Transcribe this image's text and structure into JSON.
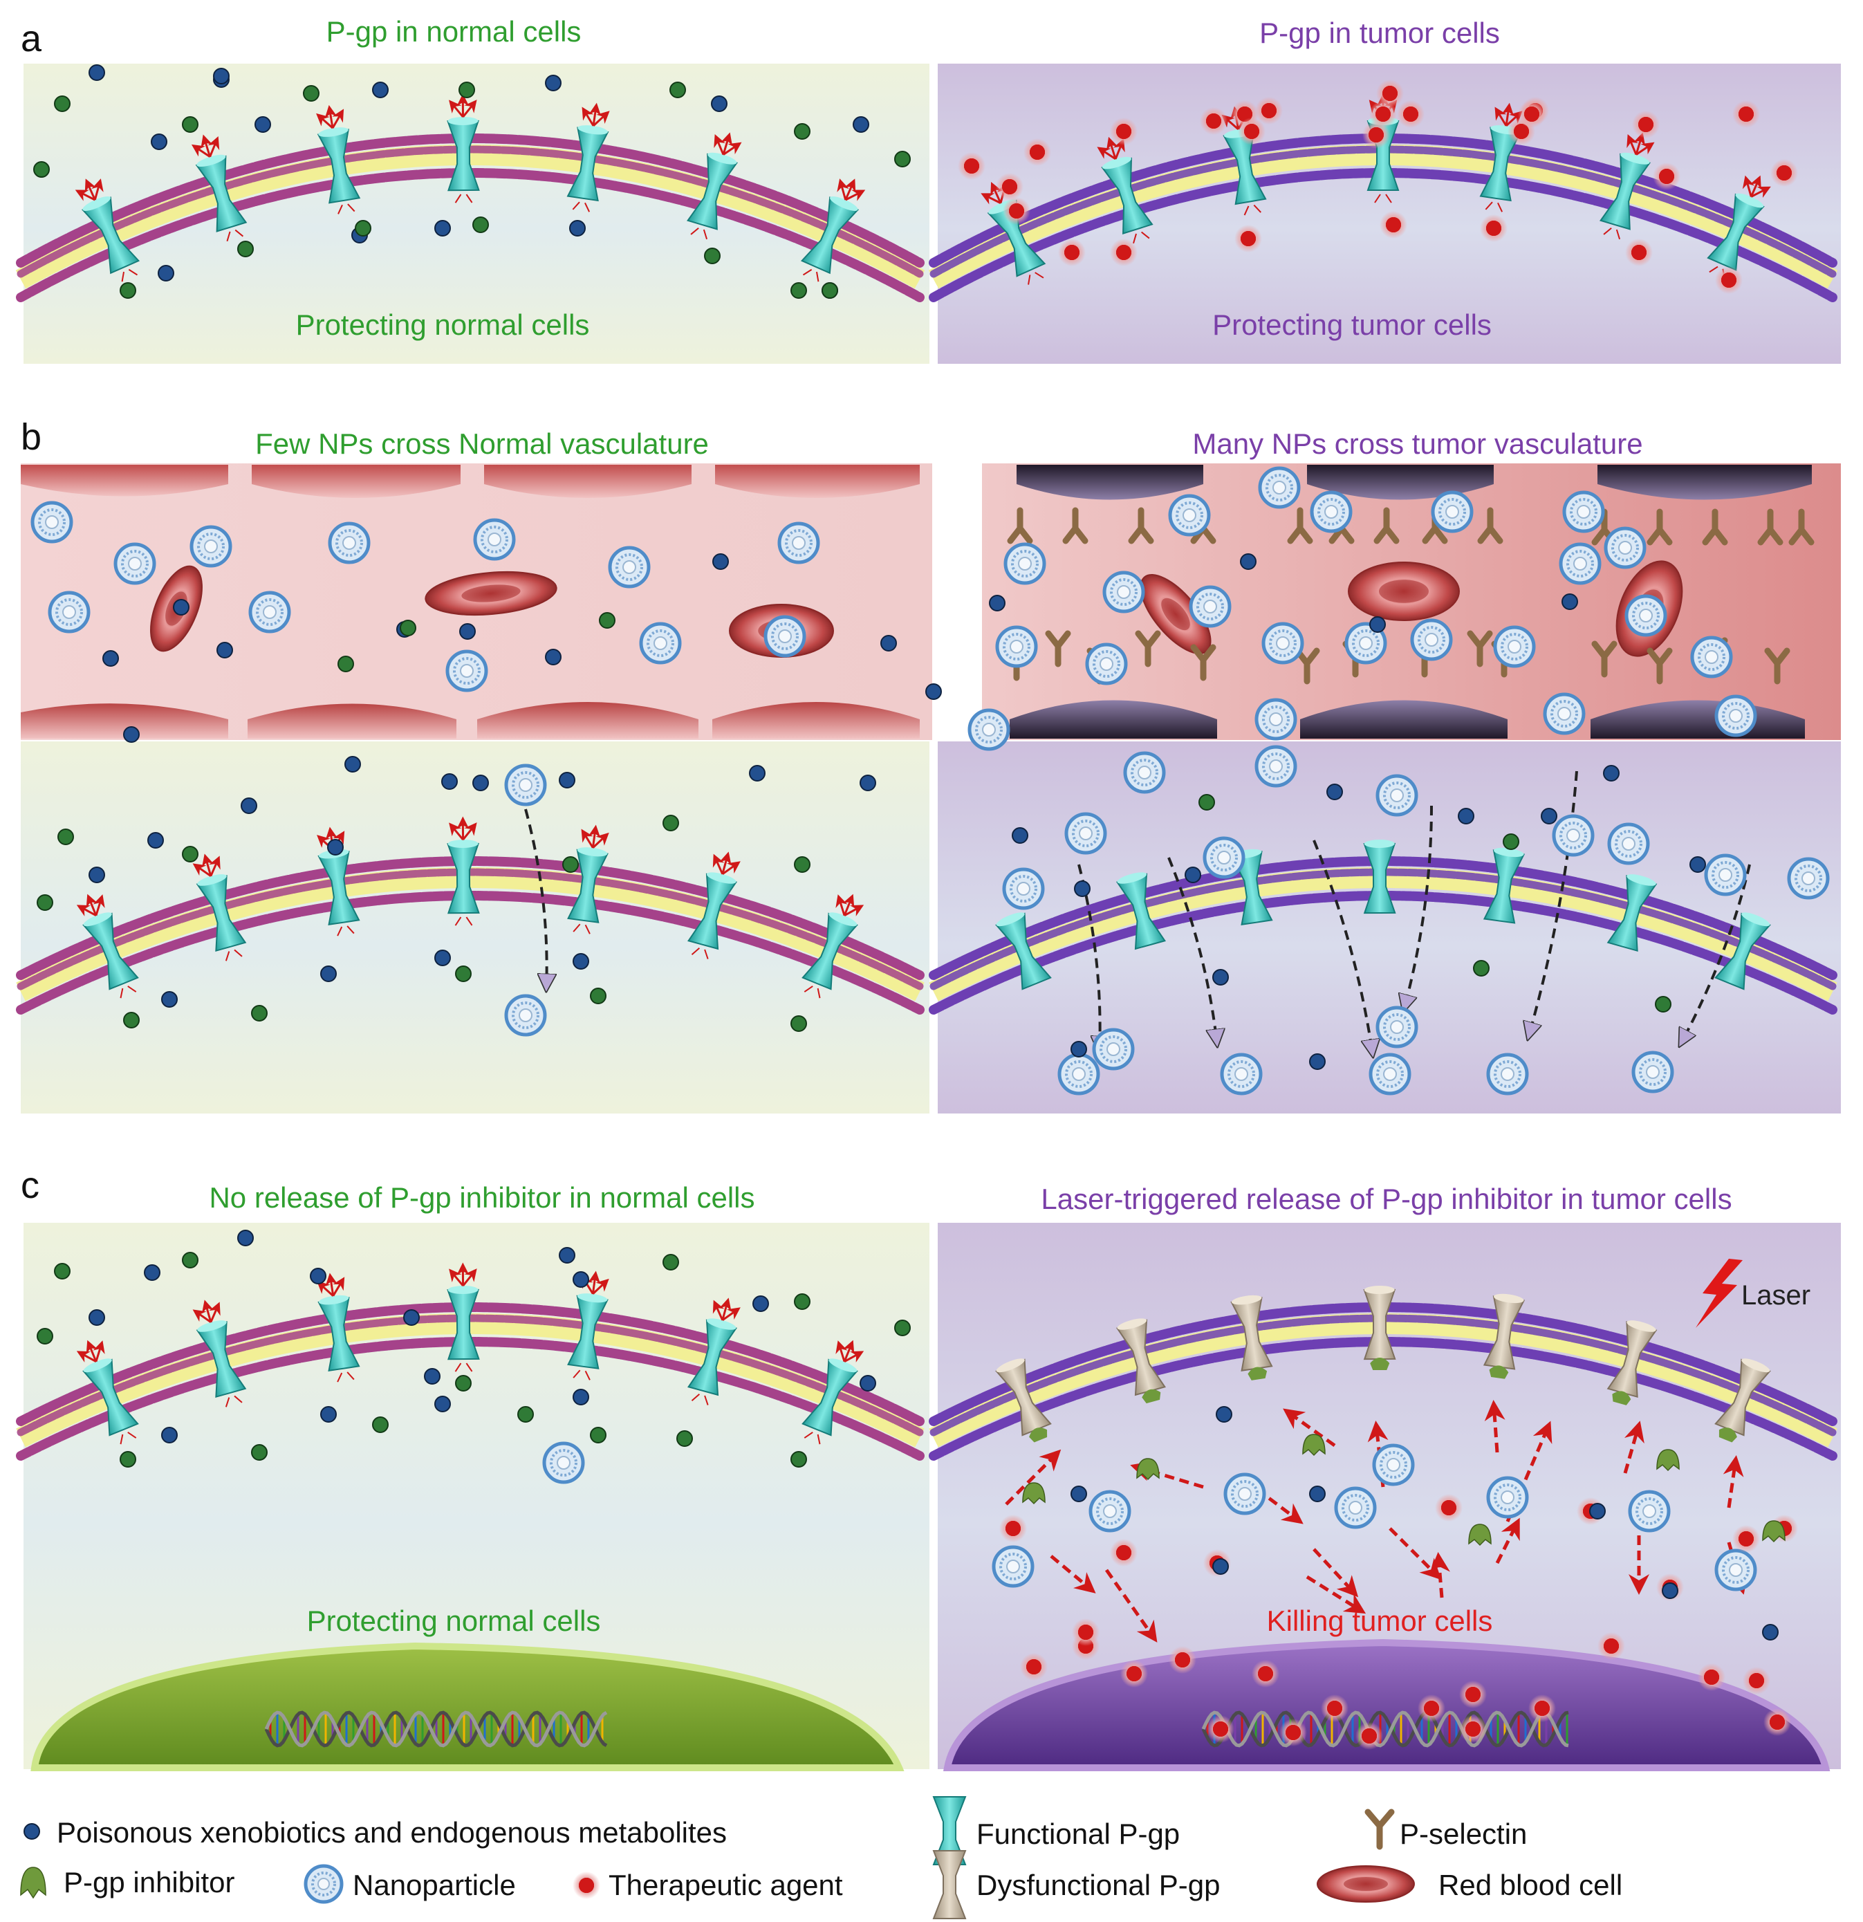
{
  "panels": {
    "a": {
      "letter": "a",
      "left_title": "P-gp in normal cells",
      "right_title": "P-gp in tumor cells",
      "left_caption": "Protecting normal cells",
      "right_caption": "Protecting tumor cells"
    },
    "b": {
      "letter": "b",
      "left_title": "Few NPs cross Normal vasculature",
      "right_title": "Many NPs cross tumor vasculature"
    },
    "c": {
      "letter": "c",
      "left_title": "No release of P-gp inhibitor in normal cells",
      "right_title": "Laser-triggered release of P-gp inhibitor in tumor cells",
      "left_caption": "Protecting normal cells",
      "right_caption": "Killing tumor cells",
      "laser_label": "Laser"
    }
  },
  "legend": {
    "xenobiotics": "Poisonous xenobiotics and endogenous metabolites",
    "functional_pgp": "Functional P-gp",
    "p_selectin": "P-selectin",
    "pgp_inhibitor": "P-gp inhibitor",
    "nanoparticle": "Nanoparticle",
    "therapeutic": "Therapeutic agent",
    "dysfunctional_pgp": "Dysfunctional P-gp",
    "rbc": "Red blood cell"
  },
  "colors": {
    "normal_text": "#2f9e2f",
    "tumor_text": "#7a3fa8",
    "killing_text": "#e02020",
    "normal_bg": "#eef2dc",
    "tumor_bg": "#cfc3de",
    "vessel_bg": "#f2cfcf",
    "pgp_functional": "#3fc9c4",
    "pgp_dysfunctional": "#c9bba6",
    "normal_lipid": "#a5428a",
    "tumor_lipid": "#6d3fb3",
    "xenobiotic": "#23508f",
    "metabolite": "#2f7a36",
    "therapeutic": "#d01818",
    "inhibitor": "#6f9a3c",
    "nanoparticle": "#4f8cc9"
  }
}
